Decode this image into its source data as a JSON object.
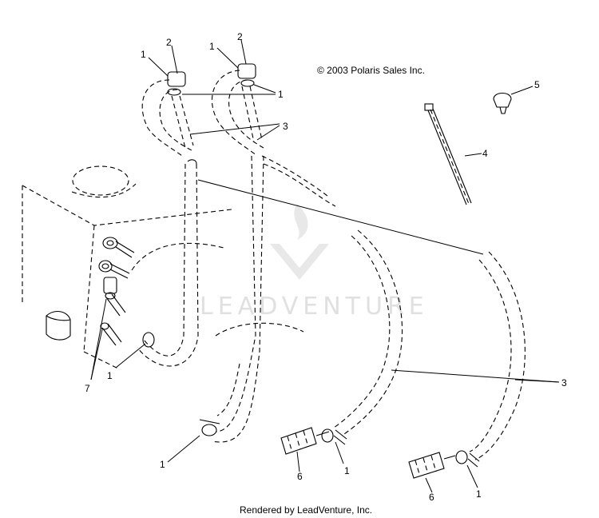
{
  "copyright": "© 2003 Polaris Sales Inc.",
  "footer": "Rendered by LeadVenture, Inc.",
  "watermark": "LEADVENTURE",
  "callouts": {
    "c1a": "1",
    "c2a": "2",
    "c1b": "1",
    "c2b": "2",
    "c1c": "1",
    "c3a": "3",
    "c4": "4",
    "c5": "5",
    "c7": "7",
    "c1d": "1",
    "c3b": "3",
    "c1e": "1",
    "c6a": "6",
    "c1f": "1",
    "c6b": "6",
    "c1g": "1"
  }
}
